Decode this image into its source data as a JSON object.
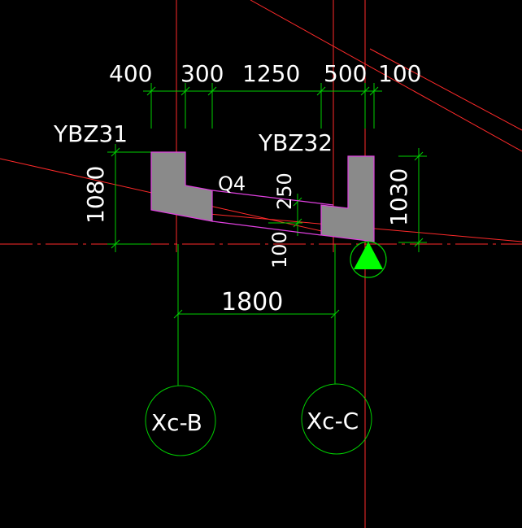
{
  "colors": {
    "background": "#000000",
    "dimension": "#00d000",
    "axis": "#ff2a2a",
    "wall_fill": "#8a8a8a",
    "wall_outline": "#e040e0",
    "text": "#ffffff",
    "marker": "#00ff00"
  },
  "top_dimensions": [
    "400",
    "300",
    "1250",
    "500",
    "100"
  ],
  "labels": {
    "ybz31": "YBZ31",
    "ybz32": "YBZ32",
    "wall": "Q4",
    "dim_250": "250",
    "dim_100": "100",
    "dim_1080": "1080",
    "dim_1030": "1030",
    "dim_1800": "1800"
  },
  "axis_bubbles": {
    "left": "Xc-B",
    "right": "Xc-C"
  },
  "icons": {
    "north_marker": "triangle-up-icon"
  }
}
